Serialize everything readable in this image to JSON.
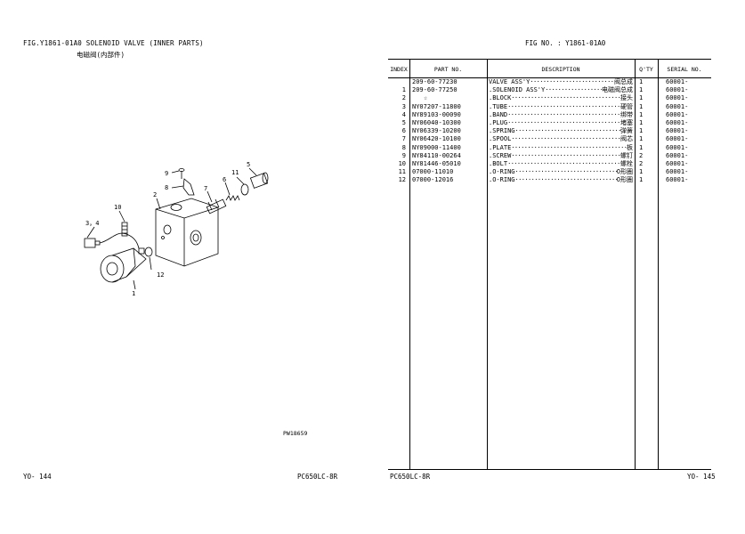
{
  "left_page": {
    "title": "FIG.Y1861-01A0 SOLENOID VALVE (INNER PARTS)",
    "subtitle": "电磁阀(内部件)",
    "drawing_code": "PW18659",
    "footer_page": "YO-  144",
    "footer_model": "PC650LC-8R",
    "callouts": [
      "1",
      "2",
      "3，4",
      "5",
      "6",
      "7",
      "8",
      "9",
      "10",
      "11",
      "12"
    ]
  },
  "right_page": {
    "fig_no": "FIG NO.  : Y1861-01A0",
    "footer_model": "PC650LC-8R",
    "footer_page": "YO-  145",
    "table": {
      "headers": {
        "index": "INDEX",
        "part_no": "PART  NO.",
        "description": "DESCRIPTION",
        "qty": "Q'TY",
        "serial": "SERIAL NO."
      },
      "rows": [
        {
          "index": "",
          "part_no": "209-60-77230",
          "name": "VALVE ASS'Y",
          "cn": "阀总成",
          "qty": "1",
          "serial": "60001-"
        },
        {
          "index": "1",
          "part_no": "209-60-77250",
          "name": ".SOLENOID ASS'Y",
          "cn": "电磁阀总成",
          "qty": "1",
          "serial": "60001-"
        },
        {
          "index": "2",
          "part_no": "☆",
          "name": ".BLOCK",
          "cn": "接头",
          "qty": "1",
          "serial": "60001-"
        },
        {
          "index": "3",
          "part_no": "NY07207-11800",
          "name": ".TUBE",
          "cn": "硬管",
          "qty": "1",
          "serial": "60001-"
        },
        {
          "index": "4",
          "part_no": "NY89103-00090",
          "name": ".BAND",
          "cn": "绑带",
          "qty": "1",
          "serial": "60001-"
        },
        {
          "index": "5",
          "part_no": "NY06040-10300",
          "name": ".PLUG",
          "cn": "堵塞",
          "qty": "1",
          "serial": "60001-"
        },
        {
          "index": "6",
          "part_no": "NY06339-10200",
          "name": ".SPRING",
          "cn": "弹簧",
          "qty": "1",
          "serial": "60001-"
        },
        {
          "index": "7",
          "part_no": "NY06420-10100",
          "name": ".SPOOL",
          "cn": "阀芯",
          "qty": "1",
          "serial": "60001-"
        },
        {
          "index": "8",
          "part_no": "NY09000-11400",
          "name": ".PLATE",
          "cn": "板",
          "qty": "1",
          "serial": "60001-"
        },
        {
          "index": "9",
          "part_no": "NY84110-00264",
          "name": ".SCREW",
          "cn": "螺钉",
          "qty": "2",
          "serial": "60001-"
        },
        {
          "index": "10",
          "part_no": "NY81446-05010",
          "name": ".BOLT",
          "cn": "螺栓",
          "qty": "2",
          "serial": "60001-"
        },
        {
          "index": "11",
          "part_no": "07000-11010",
          "name": ".O-RING",
          "cn": "O形圈",
          "qty": "1",
          "serial": "60001-"
        },
        {
          "index": "12",
          "part_no": "07000-12016",
          "name": ".O-RING",
          "cn": "O形圈",
          "qty": "1",
          "serial": "60001-"
        }
      ]
    }
  }
}
